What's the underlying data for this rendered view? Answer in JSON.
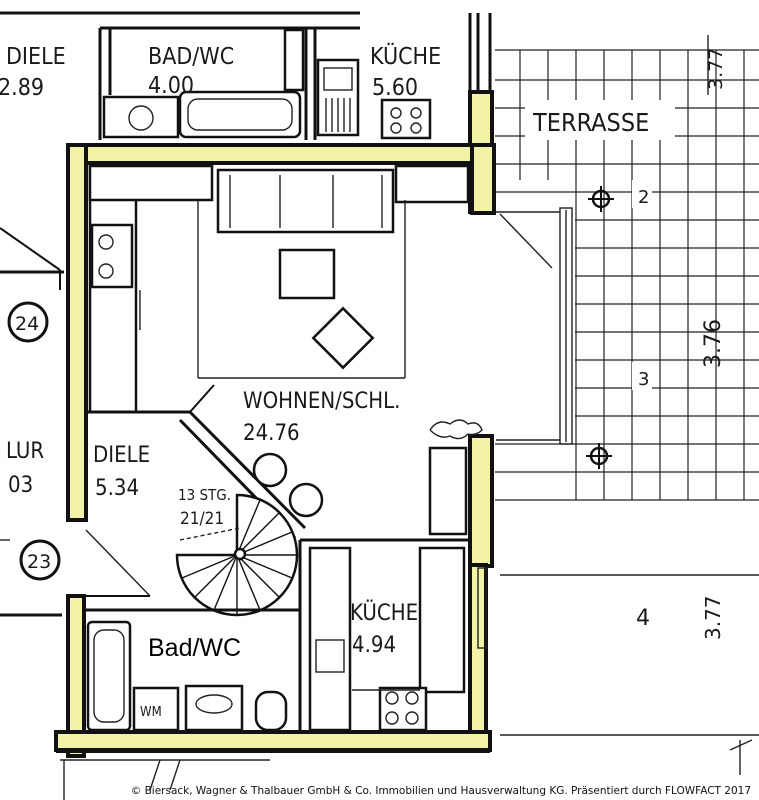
{
  "rooms": {
    "diele_top": {
      "name": "DIELE",
      "area": "2.89"
    },
    "bad_top": {
      "name": "BAD/WC",
      "area": "4.00"
    },
    "kueche_top": {
      "name": "KÜCHE",
      "area": "5.60"
    },
    "terrasse": {
      "name": "TERRASSE"
    },
    "wohnen": {
      "name": "WOHNEN/SCHL.",
      "area": "24.76"
    },
    "diele": {
      "name": "DIELE",
      "area": "5.34"
    },
    "flur": {
      "name": "LUR",
      "area": "03"
    },
    "kueche": {
      "name": "KÜCHE",
      "area": "4.94"
    },
    "bad": {
      "name": "Bad/WC"
    },
    "wm": {
      "name": "WM"
    }
  },
  "stairs": {
    "steps": "13 STG.",
    "ratio": "21/21"
  },
  "unit_markers": {
    "left_upper": "24",
    "left_lower": "23"
  },
  "dimensions": {
    "top": "3.77",
    "middle": "3.76",
    "lower": "3.77"
  },
  "terrace_marks": {
    "mark_2": "2",
    "mark_3": "3",
    "mark_4": "4"
  },
  "footer": {
    "copyright": "© Biersack, Wagner & Thalbauer GmbH & Co. Immobilien und Hausverwaltung KG. Präsentiert durch FLOWFACT 2017"
  },
  "colors": {
    "wall_fill": "#f3f3a8",
    "line": "#111111",
    "background": "#ffffff"
  }
}
